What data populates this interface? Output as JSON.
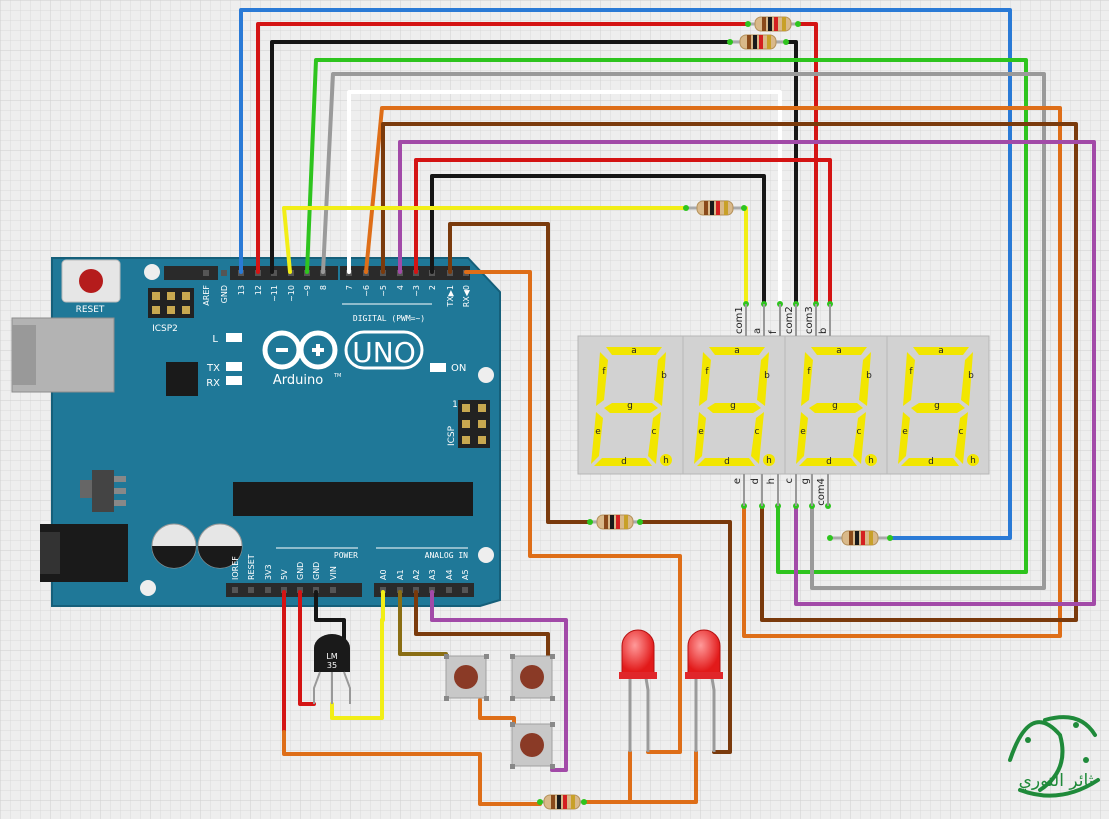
{
  "board": {
    "reset_label": "RESET",
    "icsp2_label": "ICSP2",
    "icsp_label": "ICSP",
    "icsp_pin_one": "1",
    "l_label": "L",
    "tx_label": "TX",
    "rx_label": "RX",
    "on_label": "ON",
    "logo_model": "UNO",
    "logo_brand": "Arduino",
    "tm_mark": "TM",
    "digital_label": "DIGITAL (PWM=~)",
    "power_label": "POWER",
    "analog_label": "ANALOG IN",
    "digital_pins": [
      "AREF",
      "GND",
      "13",
      "12",
      "~11",
      "~10",
      "~9",
      "8",
      "7",
      "~6",
      "~5",
      "4",
      "~3",
      "2",
      "TX▶1",
      "RX◀0"
    ],
    "power_pins": [
      "IOREF",
      "RESET",
      "3V3",
      "5V",
      "GND",
      "GND",
      "VIN"
    ],
    "analog_pins": [
      "A0",
      "A1",
      "A2",
      "A3",
      "A4",
      "A5"
    ]
  },
  "display": {
    "digit_count": 4,
    "segment_letters": [
      "a",
      "b",
      "c",
      "d",
      "e",
      "f",
      "g",
      "h"
    ],
    "top_pins": [
      "com1",
      "a",
      "f",
      "com2",
      "com3",
      "b"
    ],
    "bottom_pins": [
      "e",
      "d",
      "h",
      "c",
      "g",
      "com4"
    ],
    "segment_color": "#f2e600",
    "body_color": "#d2d2d2"
  },
  "sensor": {
    "label_line1": "LM",
    "label_line2": "35"
  },
  "leds": {
    "count": 2,
    "color": "#e81c1c"
  },
  "buttons": {
    "count": 3
  },
  "watermark_text": "ثائر التوري",
  "colors": {
    "board": "#1f7898",
    "background": "#eeeeee",
    "wire_blue": "#2a7ad6",
    "wire_red": "#d41414",
    "wire_black": "#161616",
    "wire_green": "#2ec41e",
    "wire_gray": "#9a9a9a",
    "wire_white": "#ffffff",
    "wire_orange": "#de6e18",
    "wire_brown": "#7a3a0c",
    "wire_purple": "#a24aa8",
    "wire_yellow": "#f2ee16",
    "wire_olive": "#8a6e14",
    "watermark": "#1f8a3a"
  }
}
